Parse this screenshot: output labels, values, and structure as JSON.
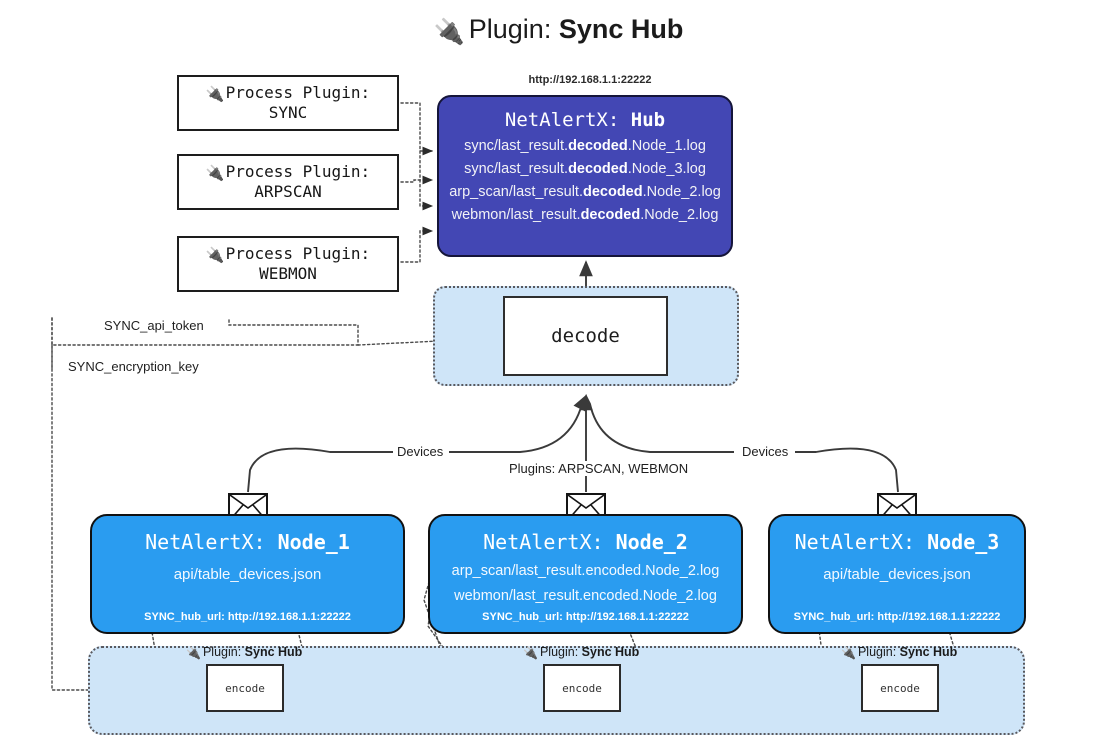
{
  "title": {
    "icon": "plug-icon",
    "prefix": "Plugin: ",
    "name": "Sync Hub"
  },
  "process_plugins": [
    {
      "icon": "plug-icon",
      "heading": "Process Plugin:",
      "name": "SYNC"
    },
    {
      "icon": "plug-icon",
      "heading": "Process Plugin:",
      "name": "ARPSCAN"
    },
    {
      "icon": "plug-icon",
      "heading": "Process Plugin:",
      "name": "WEBMON"
    }
  ],
  "hub": {
    "url": "http://192.168.1.1:22222",
    "title_prefix": "NetAlertX: ",
    "title_name": "Hub",
    "files": [
      {
        "pre": "sync/last_result.",
        "em": "decoded",
        "post": ".Node_1.log"
      },
      {
        "pre": "sync/last_result.",
        "em": "decoded",
        "post": ".Node_3.log"
      },
      {
        "pre": "arp_scan/last_result.",
        "em": "decoded",
        "post": ".Node_2.log"
      },
      {
        "pre": "webmon/last_result.",
        "em": "decoded",
        "post": ".Node_2.log"
      }
    ]
  },
  "decode": {
    "label": "decode"
  },
  "edge_labels": {
    "api_token": "SYNC_api_token",
    "encryption_key": "SYNC_encryption_key",
    "devices_left": "Devices",
    "devices_right": "Devices",
    "plugins_middle": "Plugins: ARPSCAN, WEBMON"
  },
  "nodes": [
    {
      "id": "node1",
      "icon": "envelope-icon",
      "title_prefix": "NetAlertX: ",
      "title_name": "Node_1",
      "lines": [
        "api/table_devices.json"
      ],
      "footer_key": "SYNC_hub_url: ",
      "footer_value": "http://192.168.1.1:22222"
    },
    {
      "id": "node2",
      "icon": "envelope-icon",
      "title_prefix": "NetAlertX: ",
      "title_name": "Node_2",
      "lines": [
        "arp_scan/last_result.encoded.Node_2.log",
        "webmon/last_result.encoded.Node_2.log"
      ],
      "footer_key": "SYNC_hub_url: ",
      "footer_value": "http://192.168.1.1:22222"
    },
    {
      "id": "node3",
      "icon": "envelope-icon",
      "title_prefix": "NetAlertX: ",
      "title_name": "Node_3",
      "lines": [
        "api/table_devices.json"
      ],
      "footer_key": "SYNC_hub_url: ",
      "footer_value": "http://192.168.1.1:22222"
    }
  ],
  "encoders": [
    {
      "icon": "plug-icon",
      "label_prefix": "Plugin: ",
      "label_name": "Sync Hub",
      "box_label": "encode"
    },
    {
      "icon": "plug-icon",
      "label_prefix": "Plugin: ",
      "label_name": "Sync Hub",
      "box_label": "encode"
    },
    {
      "icon": "plug-icon",
      "label_prefix": "Plugin: ",
      "label_name": "Sync Hub",
      "box_label": "encode"
    }
  ],
  "colors": {
    "hub_fill": "#4347b4",
    "node_fill": "#2a9cf0",
    "container_fill": "#cfe5f8",
    "stroke": "#2e2e2e",
    "background": "#ffffff"
  }
}
